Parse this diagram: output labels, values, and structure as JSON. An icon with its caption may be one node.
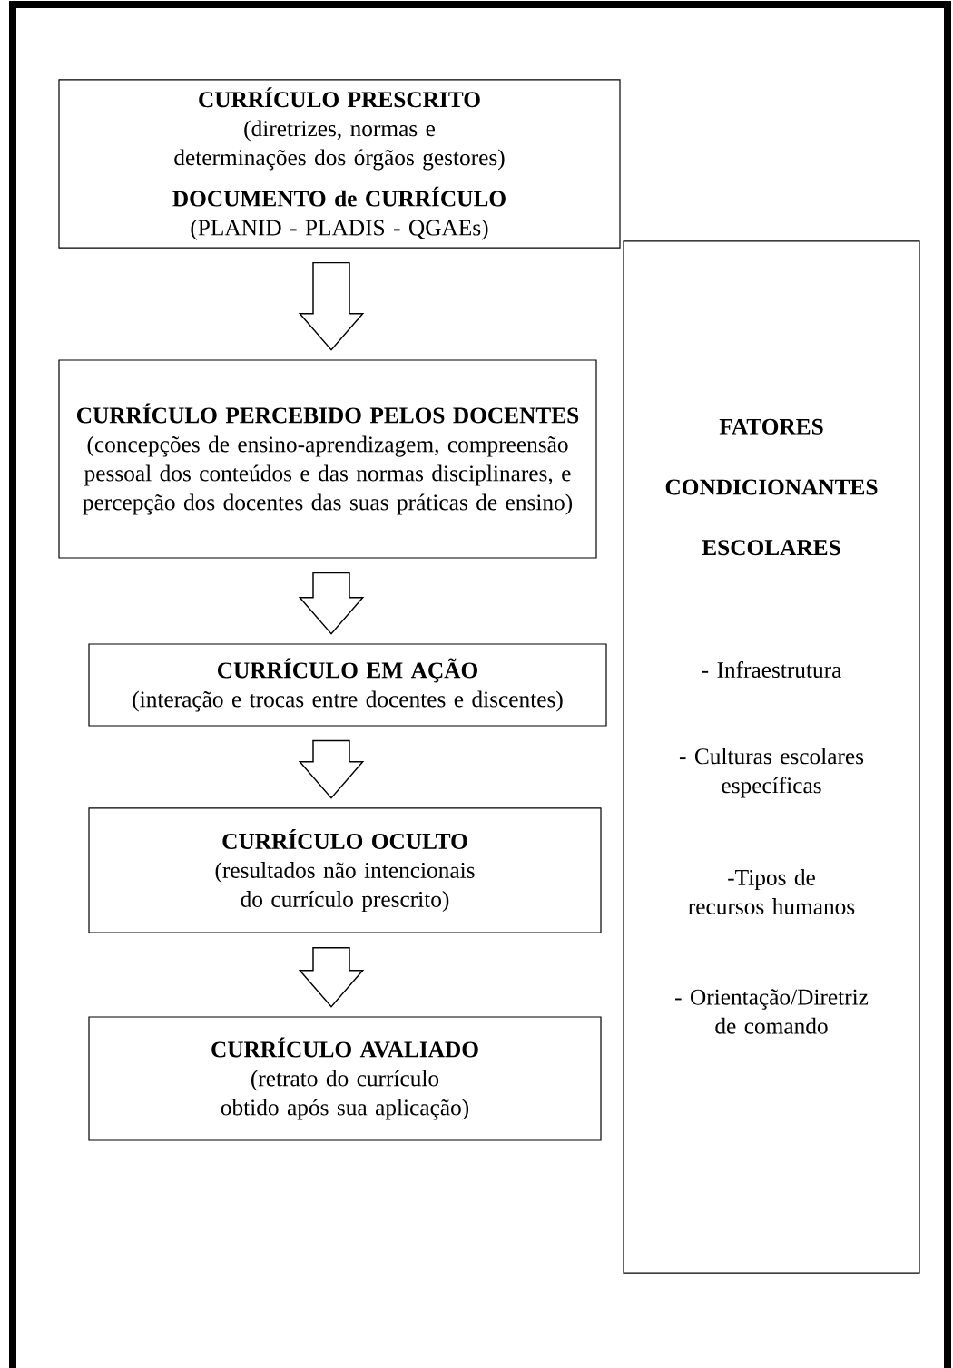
{
  "diagram": {
    "nodes": [
      {
        "text": [
          "CURRÍCULO PRESCRITO",
          "(diretrizes, normas e determinações dos órgãos gestores)",
          "DOCUMENTO de CURRÍCULO",
          "(PLANID - PLADIS - QGAEs)"
        ]
      },
      {
        "text": [
          "CURRÍCULO PERCEBIDO PELOS DOCENTES",
          "(concepções de ensino-aprendizagem, compreensão pessoal dos conteúdos e das normas disciplinares, e percepção dos docentes das suas práticas de ensino)"
        ]
      },
      {
        "text": [
          "CURRÍCULO EM AÇÃO",
          "(interação e trocas entre docentes e discentes)"
        ]
      },
      {
        "text": [
          "CURRÍCULO OCULTO",
          "(resultados não intencionais do currículo prescrito)"
        ]
      },
      {
        "text": [
          "CURRÍCULO AVALIADO",
          "(retrato do currículo obtido após sua aplicação)"
        ]
      },
      {
        "text": [
          "FATORES CONDICIONANTES ESCOLARES",
          "- Infraestrutura",
          "- Culturas escolares específicas",
          "-Tipos de recursos humanos",
          "- Orientação/Diretriz de comando"
        ]
      }
    ],
    "edges": [
      {
        "from": 0,
        "to": 1,
        "arrow": "to"
      },
      {
        "from": 1,
        "to": 2,
        "arrow": "to"
      },
      {
        "from": 2,
        "to": 3,
        "arrow": "to"
      },
      {
        "from": 3,
        "to": 4,
        "arrow": "to"
      }
    ]
  }
}
